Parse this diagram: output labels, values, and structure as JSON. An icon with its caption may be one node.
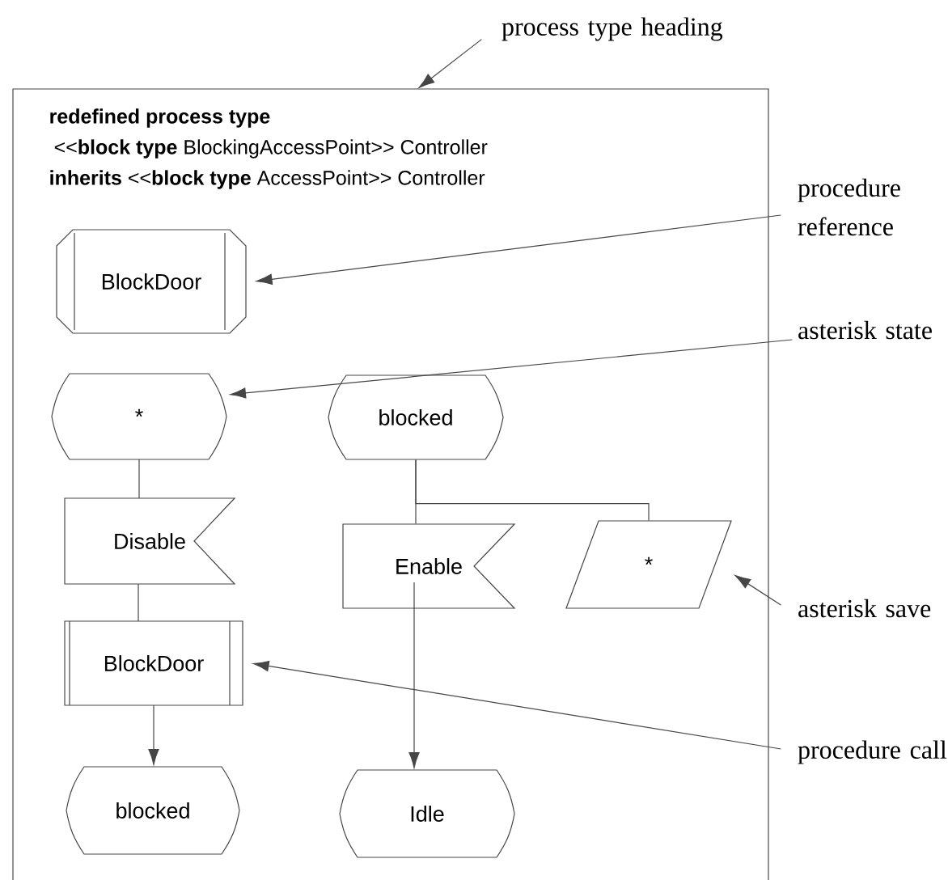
{
  "diagram": {
    "nodes": [
      {
        "text": [
          "**redefined process type**",
          "<<**block type** BlockingAccessPoint>> Controller",
          "**inherits** <<**block type** AccessPoint>> Controller"
        ]
      },
      {
        "text": [
          "BlockDoor"
        ],
        "in": 0
      },
      {
        "text": [
          "*"
        ],
        "in": 0
      },
      {
        "text": [
          "blocked"
        ],
        "in": 0
      },
      {
        "text": [
          "Disable"
        ],
        "in": 0
      },
      {
        "text": [
          "Enable"
        ],
        "in": 0
      },
      {
        "text": [
          "*"
        ],
        "in": 0
      },
      {
        "text": [
          "BlockDoor"
        ],
        "in": 0
      },
      {
        "text": [
          "blocked"
        ],
        "in": 0
      },
      {
        "text": [
          "Idle"
        ],
        "in": 0
      },
      {
        "text": [
          "process type heading"
        ]
      },
      {
        "text": [
          "procedure reference"
        ]
      },
      {
        "text": [
          "asterisk state"
        ]
      },
      {
        "text": [
          "asterisk save"
        ]
      },
      {
        "text": [
          "procedure call"
        ]
      }
    ],
    "edges": [
      {
        "from": 2,
        "to": 4,
        "arrow": "none"
      },
      {
        "from": 4,
        "to": 7,
        "arrow": "none"
      },
      {
        "from": 7,
        "to": 8,
        "arrow": "to"
      },
      {
        "from": 3,
        "to": 5,
        "arrow": "none"
      },
      {
        "from": 3,
        "to": 6,
        "arrow": "none"
      },
      {
        "from": 5,
        "to": 9,
        "arrow": "to"
      },
      {
        "from": 10,
        "to": 0,
        "arrow": "to"
      },
      {
        "from": 11,
        "to": 1,
        "arrow": "to"
      },
      {
        "from": 12,
        "to": 2,
        "arrow": "to"
      },
      {
        "from": 13,
        "to": 6,
        "arrow": "to"
      },
      {
        "from": 14,
        "to": 7,
        "arrow": "to"
      }
    ]
  }
}
